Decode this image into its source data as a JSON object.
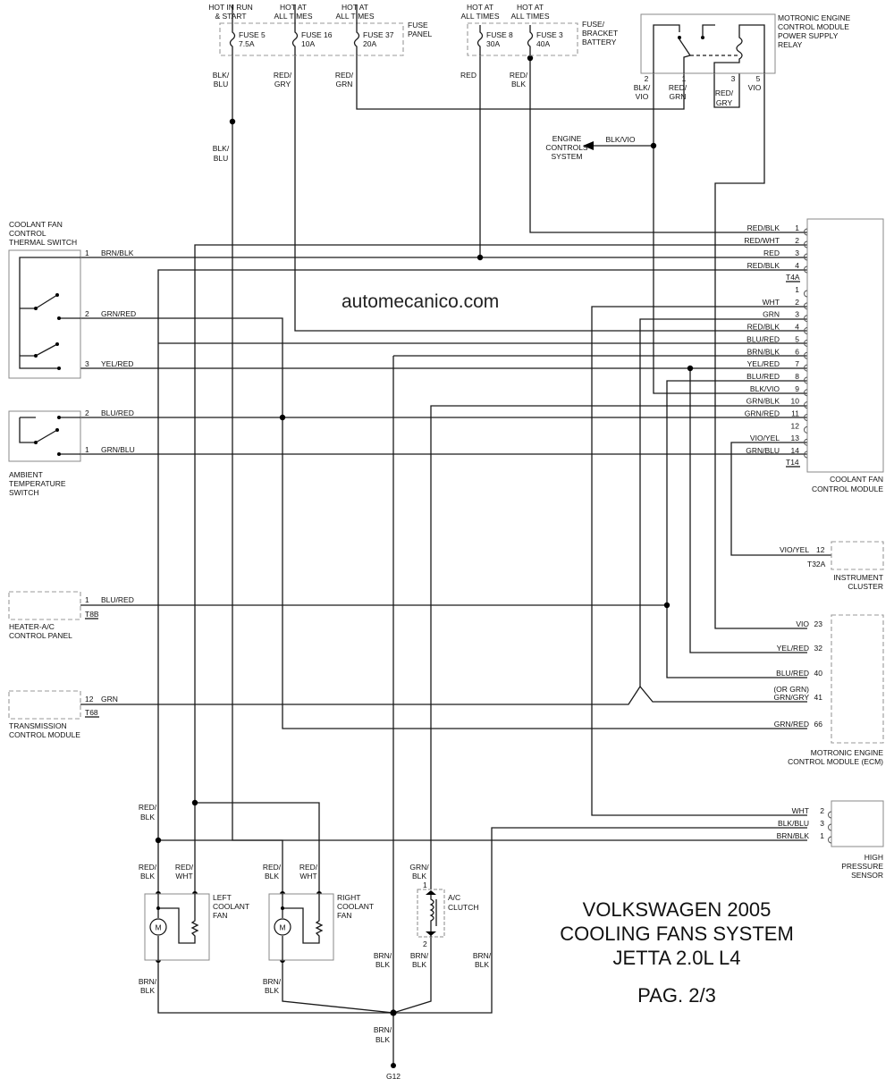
{
  "title": {
    "line1": "VOLKSWAGEN 2005",
    "line2": "COOLING FANS SYSTEM",
    "line3": "JETTA 2.0L L4",
    "page": "PAG. 2/3"
  },
  "watermark": "automecanico.com",
  "fuse_panel": {
    "label": [
      "FUSE",
      "PANEL"
    ],
    "fuses": [
      {
        "hot": [
          "HOT IN RUN",
          "& START"
        ],
        "name": "FUSE 5",
        "rating": "7.5A",
        "wire": [
          "BLK/",
          "BLU"
        ]
      },
      {
        "hot": [
          "HOT AT",
          "ALL TIMES"
        ],
        "name": "FUSE 16",
        "rating": "10A",
        "wire": [
          "RED/",
          "GRY"
        ]
      },
      {
        "hot": [
          "HOT AT",
          "ALL TIMES"
        ],
        "name": "FUSE 37",
        "rating": "20A",
        "wire": [
          "RED/",
          "GRN"
        ]
      }
    ]
  },
  "fuse_bracket": {
    "label": [
      "FUSE/",
      "BRACKET",
      "BATTERY"
    ],
    "fuses": [
      {
        "hot": [
          "HOT AT",
          "ALL TIMES"
        ],
        "name": "FUSE 8",
        "rating": "30A",
        "wire": [
          "RED"
        ]
      },
      {
        "hot": [
          "HOT AT",
          "ALL TIMES"
        ],
        "name": "FUSE 3",
        "rating": "40A",
        "wire": [
          "RED/",
          "BLK"
        ]
      }
    ]
  },
  "relay": {
    "label": [
      "MOTRONIC ENGINE",
      "CONTROL MODULE",
      "POWER SUPPLY",
      "RELAY"
    ],
    "pins": [
      {
        "pin": "2",
        "wire": [
          "BLK/",
          "VIO"
        ]
      },
      {
        "pin": "1",
        "wire": [
          "RED/",
          "GRN"
        ]
      },
      {
        "pin": "3",
        "wire": [
          "RED/",
          "GRY"
        ]
      },
      {
        "pin": "5",
        "wire": [
          "VIO"
        ]
      }
    ]
  },
  "engine_controls": {
    "label": [
      "ENGINE",
      "CONTROLS",
      "SYSTEM"
    ],
    "wire": "BLK/VIO"
  },
  "blk_blu_lower": [
    "BLK/",
    "BLU"
  ],
  "thermal_switch": {
    "label": [
      "COOLANT FAN",
      "CONTROL",
      "THERMAL SWITCH"
    ],
    "pins": [
      {
        "pin": "1",
        "wire": "BRN/BLK"
      },
      {
        "pin": "2",
        "wire": "GRN/RED"
      },
      {
        "pin": "3",
        "wire": "YEL/RED"
      }
    ]
  },
  "ambient_switch": {
    "label": [
      "AMBIENT",
      "TEMPERATURE",
      "SWITCH"
    ],
    "pins": [
      {
        "pin": "2",
        "wire": "BLU/RED"
      },
      {
        "pin": "1",
        "wire": "GRN/BLU"
      }
    ]
  },
  "fan_module": {
    "label": [
      "COOLANT FAN",
      "CONTROL MODULE"
    ],
    "t4a": {
      "name": "T4A",
      "pins": [
        {
          "wire": "RED/BLK",
          "pin": "1"
        },
        {
          "wire": "RED/WHT",
          "pin": "2"
        },
        {
          "wire": "RED",
          "pin": "3"
        },
        {
          "wire": "RED/BLK",
          "pin": "4"
        }
      ]
    },
    "t14": {
      "name": "T14",
      "pins": [
        {
          "wire": "",
          "pin": "1"
        },
        {
          "wire": "WHT",
          "pin": "2"
        },
        {
          "wire": "GRN",
          "pin": "3"
        },
        {
          "wire": "RED/BLK",
          "pin": "4"
        },
        {
          "wire": "BLU/RED",
          "pin": "5"
        },
        {
          "wire": "BRN/BLK",
          "pin": "6"
        },
        {
          "wire": "YEL/RED",
          "pin": "7"
        },
        {
          "wire": "BLU/RED",
          "pin": "8"
        },
        {
          "wire": "BLK/VIO",
          "pin": "9"
        },
        {
          "wire": "GRN/BLK",
          "pin": "10"
        },
        {
          "wire": "GRN/RED",
          "pin": "11"
        },
        {
          "wire": "",
          "pin": "12"
        },
        {
          "wire": "VIO/YEL",
          "pin": "13"
        },
        {
          "wire": "GRN/BLU",
          "pin": "14"
        }
      ]
    }
  },
  "instrument_cluster": {
    "label": [
      "INSTRUMENT",
      "CLUSTER"
    ],
    "connector": "T32A",
    "wire": "VIO/YEL",
    "pin": "12"
  },
  "ecm": {
    "label": [
      "MOTRONIC ENGINE",
      "CONTROL MODULE (ECM)"
    ],
    "pins": [
      {
        "wire": "VIO",
        "pin": "23"
      },
      {
        "wire": "YEL/RED",
        "pin": "32"
      },
      {
        "wire": "BLU/RED",
        "pin": "40"
      },
      {
        "wire": "GRN/GRY",
        "pin": "41",
        "note": "(OR GRN)"
      },
      {
        "wire": "GRN/RED",
        "pin": "66"
      }
    ]
  },
  "heater_panel": {
    "label": [
      "HEATER-A/C",
      "CONTROL PANEL"
    ],
    "connector": "T8B",
    "pin": "1",
    "wire": "BLU/RED"
  },
  "tcm": {
    "label": [
      "TRANSMISSION",
      "CONTROL MODULE"
    ],
    "connector": "T68",
    "pin": "12",
    "wire": "GRN"
  },
  "pressure_sensor": {
    "label": [
      "HIGH",
      "PRESSURE",
      "SENSOR"
    ],
    "pins": [
      {
        "wire": "WHT",
        "pin": "2"
      },
      {
        "wire": "BLK/BLU",
        "pin": "3"
      },
      {
        "wire": "BRN/BLK",
        "pin": "1"
      }
    ]
  },
  "left_fan": {
    "label": [
      "LEFT",
      "COOLANT",
      "FAN"
    ],
    "wire_a": [
      "RED/",
      "BLK"
    ],
    "wire_b": [
      "RED/",
      "WHT"
    ],
    "wire_c": [
      "BRN/",
      "BLK"
    ],
    "motor": "M"
  },
  "right_fan": {
    "label": [
      "RIGHT",
      "COOLANT",
      "FAN"
    ],
    "wire_a": [
      "RED/",
      "BLK"
    ],
    "wire_b": [
      "RED/",
      "WHT"
    ],
    "wire_c": [
      "BRN/",
      "BLK"
    ],
    "motor": "M"
  },
  "red_blk_upper": [
    "RED/",
    "BLK"
  ],
  "ac_clutch": {
    "label": [
      "A/C",
      "CLUTCH"
    ],
    "wire_top": [
      "GRN/",
      "BLK"
    ],
    "pin_top": "1",
    "pin_bottom": "2",
    "wire_bottom": [
      "BRN/",
      "BLK"
    ]
  },
  "ground_wires": {
    "left": [
      "BRN/",
      "BLK"
    ],
    "right": [
      "BRN/",
      "BLK"
    ],
    "bottom": [
      "BRN/",
      "BLK"
    ]
  },
  "ground": "G12"
}
